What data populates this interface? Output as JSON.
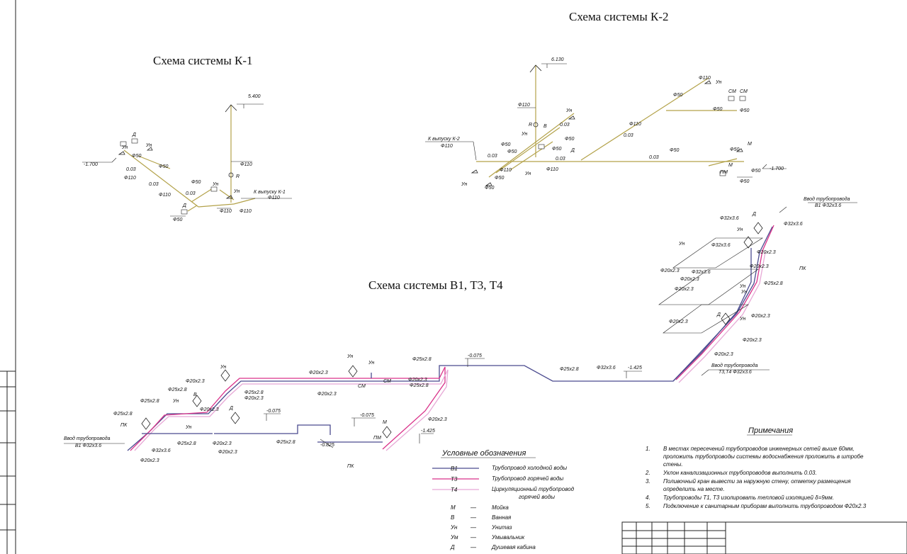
{
  "titles": {
    "k1": "Схема системы К-1",
    "k2": "Схема системы К-2",
    "b1": "Схема системы В1, Т3, Т4"
  },
  "k1": {
    "level_top": "5.400",
    "level_left": "-1.700",
    "outlet": "К выпуску К-1",
    "outlet_dia": "Ф110",
    "riser_dia": "Ф110",
    "riser_label": "R",
    "labels": [
      "Д",
      "Ун",
      "Ф50",
      "Ун",
      "Ф50",
      "0.03",
      "Ф110",
      "0.03",
      "Ф110",
      "0.03",
      "Ф50",
      "Ун",
      "Ун",
      "Д",
      "Ф50",
      "Ф110",
      "Ф110"
    ]
  },
  "k2": {
    "level_top": "6.130",
    "level_right": "-1.700",
    "outlet": "К выпуску К-2",
    "outlet_dia": "Ф110",
    "riser_dia": "Ф110",
    "riser_label": "R",
    "labels": [
      "Ф110",
      "Ун",
      "Ф50",
      "СМ",
      "СМ",
      "Ф50",
      "Ф50",
      "Ун",
      "0.03",
      "Ф50",
      "В",
      "Ф50",
      "0.03",
      "Ф110",
      "Ун",
      "Ф50",
      "0.03",
      "Ф50",
      "Д",
      "0.03",
      "Ф50",
      "0.03",
      "Ф110",
      "Ф110",
      "М",
      "Ф50",
      "ПМ",
      "Ф50",
      "Ф50",
      "Ун",
      "Ф50",
      "Ун"
    ]
  },
  "b1": {
    "inlet_left": "Ввод трубопровода В1 Ф32х3.6",
    "inlet_right_top": "Ввод трубопровода В1 Ф32х3.6",
    "inlet_right_mid": "Ввод трубопровода Т3,Т4 Ф32х3.6",
    "levels": [
      "-0.075",
      "-0.075",
      "-0.075",
      "-1.425",
      "-1.425",
      "-0.825"
    ],
    "labels": [
      "Ф20х2.3",
      "Ф25х2.8",
      "Ф25х2.8",
      "Ф25х2.8",
      "Ф32х3.6",
      "Ф25х2.8",
      "Ф20х2.3",
      "Ф20х2.3",
      "Ф25х2.8",
      "Ф20х2.3",
      "Ф20х2.3",
      "Ф20х2.3",
      "Ф25х2.8",
      "Ф20х2.3",
      "Ф25х2.8",
      "Ф20х2.3",
      "Ф25х2.8",
      "Ф32х3.6",
      "Ф20х2.3",
      "Ф25х2.8",
      "Ф32х3.6",
      "Ф32х3.6",
      "Ф20х2.3",
      "Ф32х3.6",
      "Ф20х2.3",
      "Ф20х2.3",
      "Ф25х2.8",
      "Ф20х2.3",
      "Ф20х2.3",
      "Ф20х2.3",
      "Ф20х2.3",
      "Ф20х2.3",
      "Ф32х3.6",
      "ПК",
      "ПК",
      "ПК",
      "СМ",
      "СМ",
      "М",
      "ПМ",
      "В",
      "Д",
      "Д",
      "Ун",
      "Ун",
      "Ун",
      "Ун",
      "Ун",
      "Ун",
      "Ун",
      "Ун",
      "Ун",
      "Ун"
    ]
  },
  "legend": {
    "title": "Условные обозначения",
    "lines": [
      {
        "code": "В1",
        "text": "Трубопровод холодной воды",
        "color": "#4b4b8f"
      },
      {
        "code": "Т3",
        "text": "Трубопровод горячей воды",
        "color": "#d9328a"
      },
      {
        "code": "Т4",
        "text": "Циркуляционный трубопровод",
        "text2": "горячей воды",
        "color": "#e7a8d6"
      }
    ],
    "symbols": [
      {
        "code": "М",
        "text": "Мойка"
      },
      {
        "code": "В",
        "text": "Ванная"
      },
      {
        "code": "Ун",
        "text": "Унитаз"
      },
      {
        "code": "Ум",
        "text": "Умывальник"
      },
      {
        "code": "Д",
        "text": "Душевая кабина"
      }
    ]
  },
  "notes": {
    "title": "Примечания",
    "items": [
      {
        "num": "1.",
        "lines": [
          "В местах пересечений трубопроводов инженерных сетей выше 60мм,",
          "проложить трубопроводы системы водоснабжения проложить в штробе",
          "стены."
        ]
      },
      {
        "num": "2.",
        "lines": [
          "Уклон канализационных трубопроводов выполнить 0.03."
        ]
      },
      {
        "num": "3.",
        "lines": [
          "Поливочный кран вывести за наружную стену, отметку размещения",
          "определить на месте."
        ]
      },
      {
        "num": "4.",
        "lines": [
          "Трубопроводы Т1, Т3 изолировать тепловой изоляцией δ=9мм."
        ]
      },
      {
        "num": "5.",
        "lines": [
          "Подключение к санитарным приборам выполнить трубопроводом Ф20х2.3"
        ]
      }
    ]
  }
}
